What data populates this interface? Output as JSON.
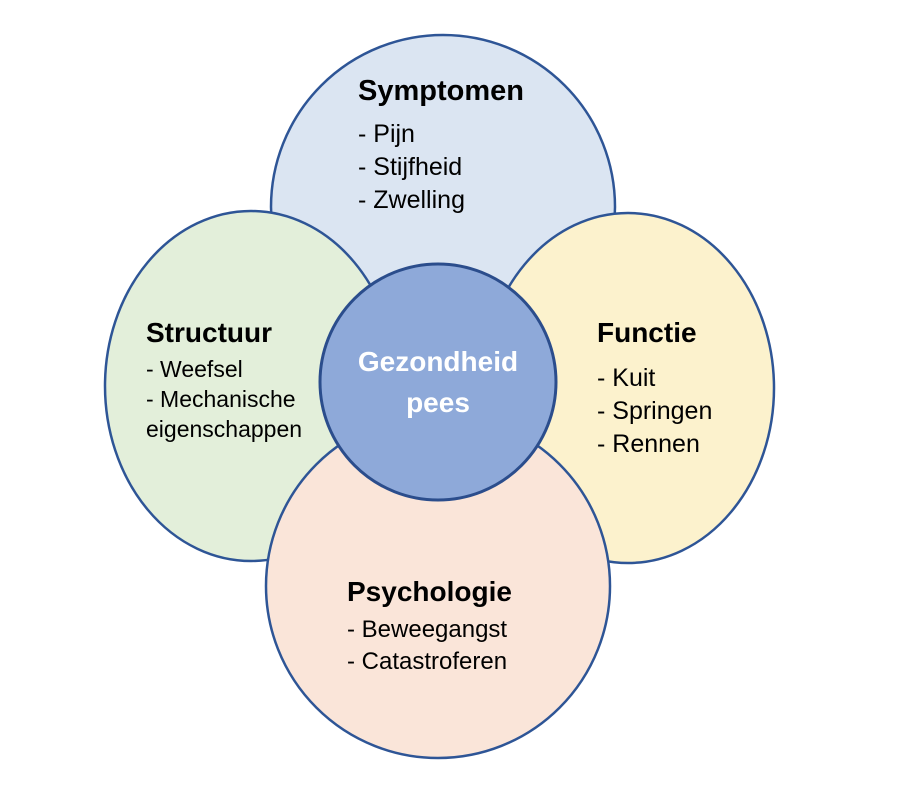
{
  "diagram": {
    "center": {
      "line1": "Gezondheid",
      "line2": "pees"
    },
    "top": {
      "title": "Symptomen",
      "items": [
        "- Pijn",
        "- Stijfheid",
        "- Zwelling"
      ]
    },
    "left": {
      "title": "Structuur",
      "items": [
        "- Weefsel",
        "- Mechanische eigenschappen"
      ]
    },
    "right": {
      "title": "Functie",
      "items": [
        "- Kuit",
        "- Springen",
        "- Rennen"
      ]
    },
    "bottom": {
      "title": "Psychologie",
      "items": [
        "- Beweegangst",
        "- Catastroferen"
      ]
    },
    "colors": {
      "top_fill": "#dbe5f2",
      "left_fill": "#e3efda",
      "right_fill": "#fcf2cd",
      "bottom_fill": "#fae5d9",
      "center_fill": "#8ea9d9",
      "border": "#2e5596",
      "center_border": "#2b4d8c",
      "text": "#000000",
      "center_text": "#ffffff"
    }
  }
}
